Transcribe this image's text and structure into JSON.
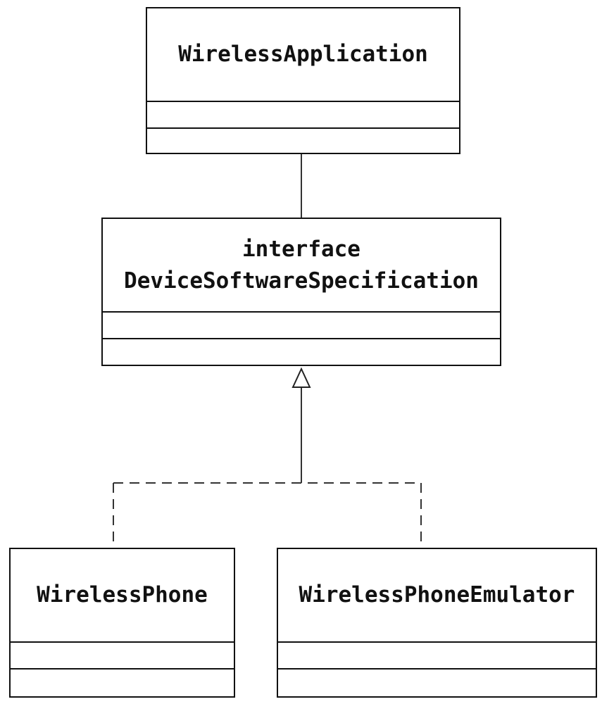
{
  "diagram": {
    "classes": {
      "wireless_application": {
        "name": "WirelessApplication"
      },
      "device_software_specification": {
        "stereotype": "interface",
        "name": "DeviceSoftwareSpecification"
      },
      "wireless_phone": {
        "name": "WirelessPhone"
      },
      "wireless_phone_emulator": {
        "name": "WirelessPhoneEmulator"
      }
    },
    "colors": {
      "line": "#111111",
      "dashed_line": "#333333",
      "background": "#ffffff"
    }
  }
}
